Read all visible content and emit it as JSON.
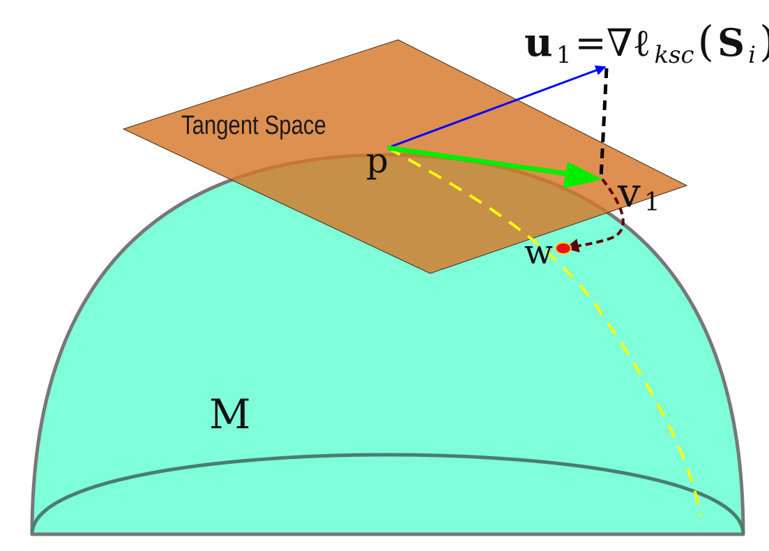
{
  "labels": {
    "tangent_space": "Tangent Space",
    "point_p": "p",
    "point_w": "w",
    "vector_v_main": "v",
    "vector_v_sub": "1",
    "manifold": "M",
    "gradient_u_main": "u",
    "gradient_u_sub": "1",
    "gradient_equals": "=∇ℓ",
    "gradient_ell_sub": "ksc",
    "gradient_paren_open": "(",
    "gradient_S": "S",
    "gradient_S_sub": "i",
    "gradient_paren_close": ")"
  },
  "colors": {
    "manifold_fill": "#7fffd9",
    "manifold_edge": "#777777",
    "equator": "#4a7e6f",
    "tangent_plane": "#d7782a",
    "gradient_arrow": "#0000ff",
    "tangent_vector": "#00ee00",
    "geodesic": "#ffff00",
    "projection_line": "#000000",
    "retraction_curve": "#5a0000",
    "point_w_fill": "#ee1111"
  },
  "icons": {
    "arrowheads": "triangle-arrowhead",
    "point_w_marker": "filled-circle-dot"
  }
}
